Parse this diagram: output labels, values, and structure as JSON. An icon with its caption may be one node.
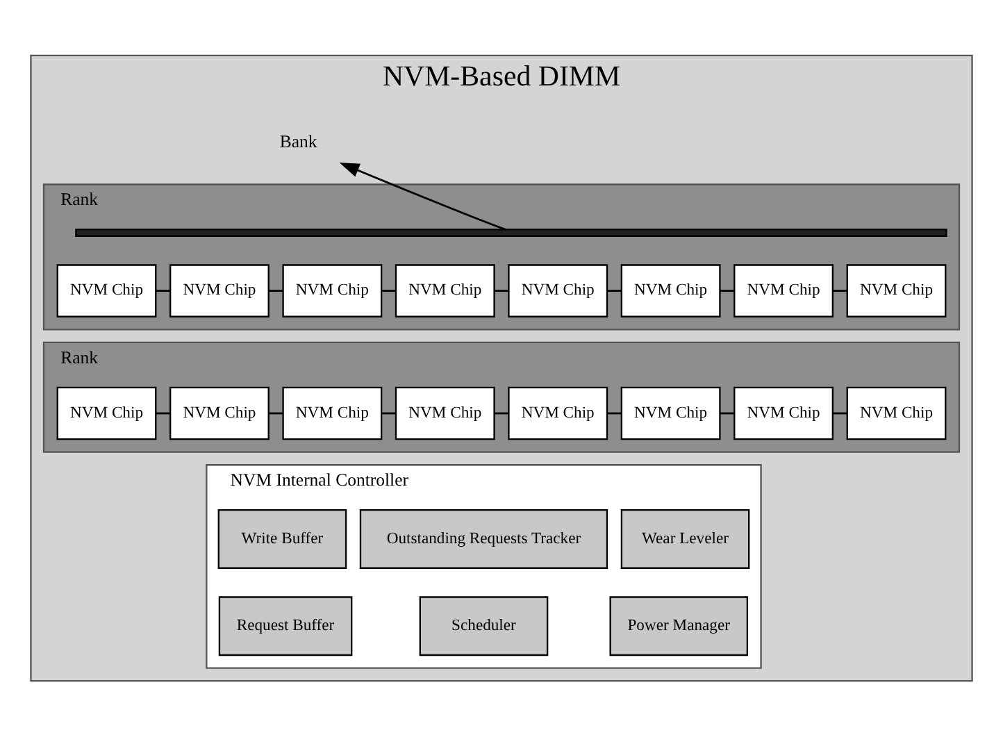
{
  "diagram": {
    "nodes": [
      {
        "text": [
          "NVM-Based DIMM"
        ]
      },
      {
        "text": [
          "Rank"
        ],
        "in": 0
      },
      {
        "text": [],
        "shape": "bar",
        "in": 1
      },
      {
        "text": [
          "NVM Chip"
        ],
        "in": 1
      },
      {
        "text": [
          "NVM Chip"
        ],
        "in": 1
      },
      {
        "text": [
          "NVM Chip"
        ],
        "in": 1
      },
      {
        "text": [
          "NVM Chip"
        ],
        "in": 1
      },
      {
        "text": [
          "NVM Chip"
        ],
        "in": 1
      },
      {
        "text": [
          "NVM Chip"
        ],
        "in": 1
      },
      {
        "text": [
          "NVM Chip"
        ],
        "in": 1
      },
      {
        "text": [
          "NVM Chip"
        ],
        "in": 1
      },
      {
        "text": [
          "Rank"
        ],
        "in": 0
      },
      {
        "text": [
          "NVM Chip"
        ],
        "in": 11
      },
      {
        "text": [
          "NVM Chip"
        ],
        "in": 11
      },
      {
        "text": [
          "NVM Chip"
        ],
        "in": 11
      },
      {
        "text": [
          "NVM Chip"
        ],
        "in": 11
      },
      {
        "text": [
          "NVM Chip"
        ],
        "in": 11
      },
      {
        "text": [
          "NVM Chip"
        ],
        "in": 11
      },
      {
        "text": [
          "NVM Chip"
        ],
        "in": 11
      },
      {
        "text": [
          "NVM Chip"
        ],
        "in": 11
      },
      {
        "text": [
          "NVM Internal Controller"
        ],
        "in": 0
      },
      {
        "text": [
          "Write Buffer"
        ],
        "in": 20
      },
      {
        "text": [
          "Outstanding Requests Tracker"
        ],
        "in": 20
      },
      {
        "text": [
          "Wear Leveler"
        ],
        "in": 20
      },
      {
        "text": [
          "Request Buffer"
        ],
        "in": 20
      },
      {
        "text": [
          "Scheduler"
        ],
        "in": 20
      },
      {
        "text": [
          "Power Manager"
        ],
        "in": 20
      },
      {
        "text": [
          "Bank"
        ],
        "in": 0
      }
    ],
    "edges": [
      {
        "from": 2,
        "to": 27,
        "arrow": "to"
      },
      {
        "from": 3,
        "to": 4,
        "arrow": "none"
      },
      {
        "from": 4,
        "to": 5,
        "arrow": "none"
      },
      {
        "from": 5,
        "to": 6,
        "arrow": "none"
      },
      {
        "from": 6,
        "to": 7,
        "arrow": "none"
      },
      {
        "from": 7,
        "to": 8,
        "arrow": "none"
      },
      {
        "from": 8,
        "to": 9,
        "arrow": "none"
      },
      {
        "from": 9,
        "to": 10,
        "arrow": "none"
      },
      {
        "from": 12,
        "to": 13,
        "arrow": "none"
      },
      {
        "from": 13,
        "to": 14,
        "arrow": "none"
      },
      {
        "from": 14,
        "to": 15,
        "arrow": "none"
      },
      {
        "from": 15,
        "to": 16,
        "arrow": "none"
      },
      {
        "from": 16,
        "to": 17,
        "arrow": "none"
      },
      {
        "from": 17,
        "to": 18,
        "arrow": "none"
      },
      {
        "from": 18,
        "to": 19,
        "arrow": "none"
      }
    ]
  }
}
